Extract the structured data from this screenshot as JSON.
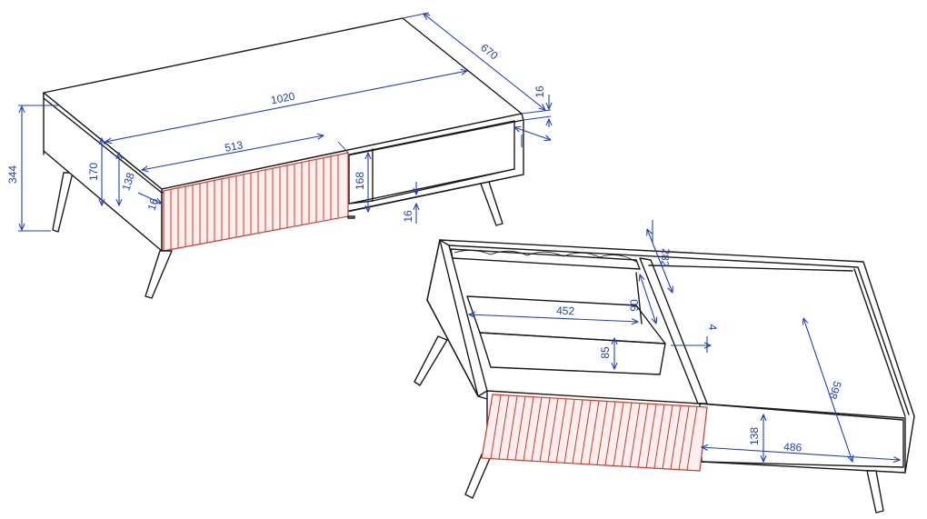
{
  "colors": {
    "outline": "#1a1a1a",
    "dimension": "#1d3fbf",
    "drawer_front": "#d23a2a"
  },
  "view_closed": {
    "dim_width": "1020",
    "dim_depth": "670",
    "dim_top_thickness": "16",
    "dim_height": "344",
    "dim_body_height": "170",
    "dim_drawer_height": "138",
    "dim_side_thickness": "16",
    "dim_drawer_width": "513",
    "dim_shelf_height": "168",
    "dim_shelf_thickness": "16"
  },
  "view_open": {
    "dim_tray_width": "452",
    "dim_tray_depth": "282",
    "dim_small_height": "90",
    "dim_offset": "4",
    "dim_inner_height": "85",
    "dim_inner_depth": "598",
    "dim_drawer_height": "138",
    "dim_drawer_width": "486"
  }
}
